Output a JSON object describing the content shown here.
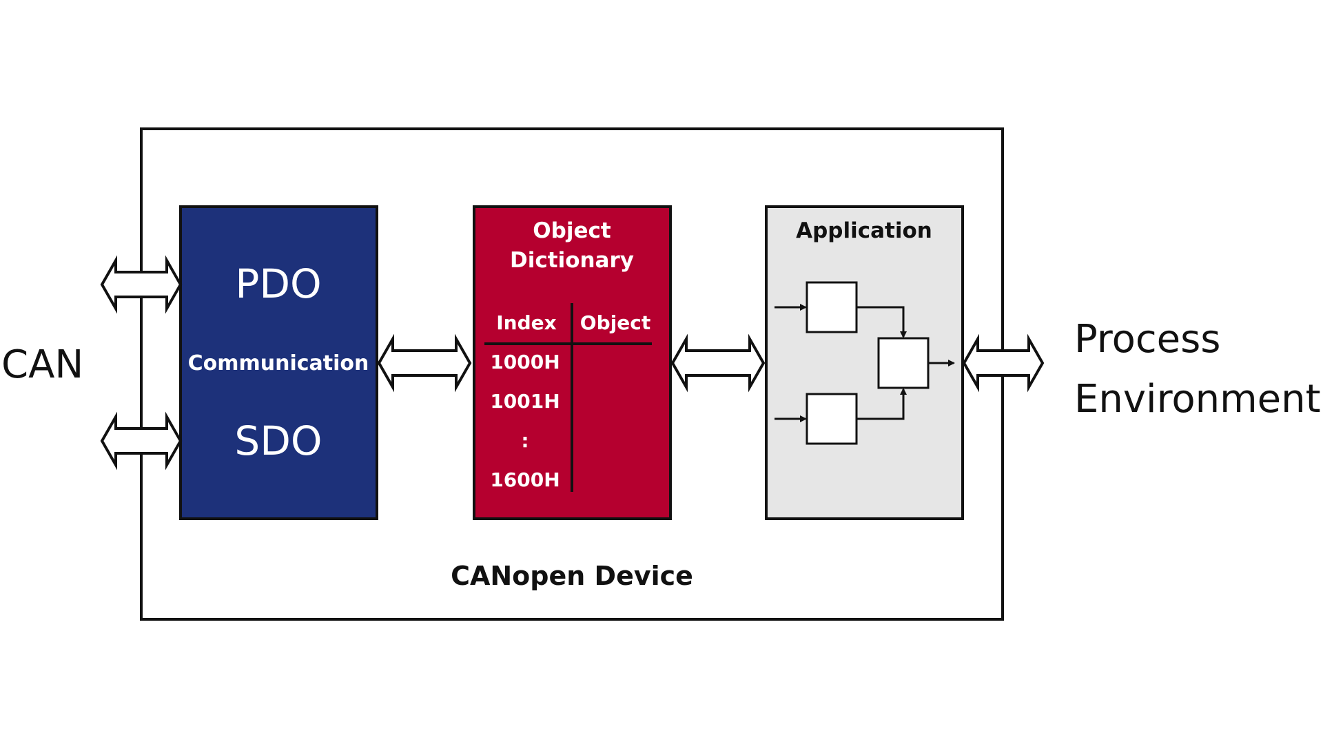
{
  "external": {
    "left_label": "CAN",
    "right_label_line1": "Process",
    "right_label_line2": "Environment"
  },
  "device": {
    "label": "CANopen Device"
  },
  "communication": {
    "pdo_label": "PDO",
    "middle_label": "Communication",
    "sdo_label": "SDO"
  },
  "object_dictionary": {
    "title_line1": "Object",
    "title_line2": "Dictionary",
    "col_index_header": "Index",
    "col_object_header": "Object",
    "rows": [
      "1000H",
      "1001H",
      ":",
      "1600H"
    ]
  },
  "application": {
    "title": "Application"
  },
  "colors": {
    "communication_fill": "#1d317a",
    "dictionary_fill": "#b5002f",
    "application_fill": "#e6e6e6",
    "stroke": "#111111"
  }
}
